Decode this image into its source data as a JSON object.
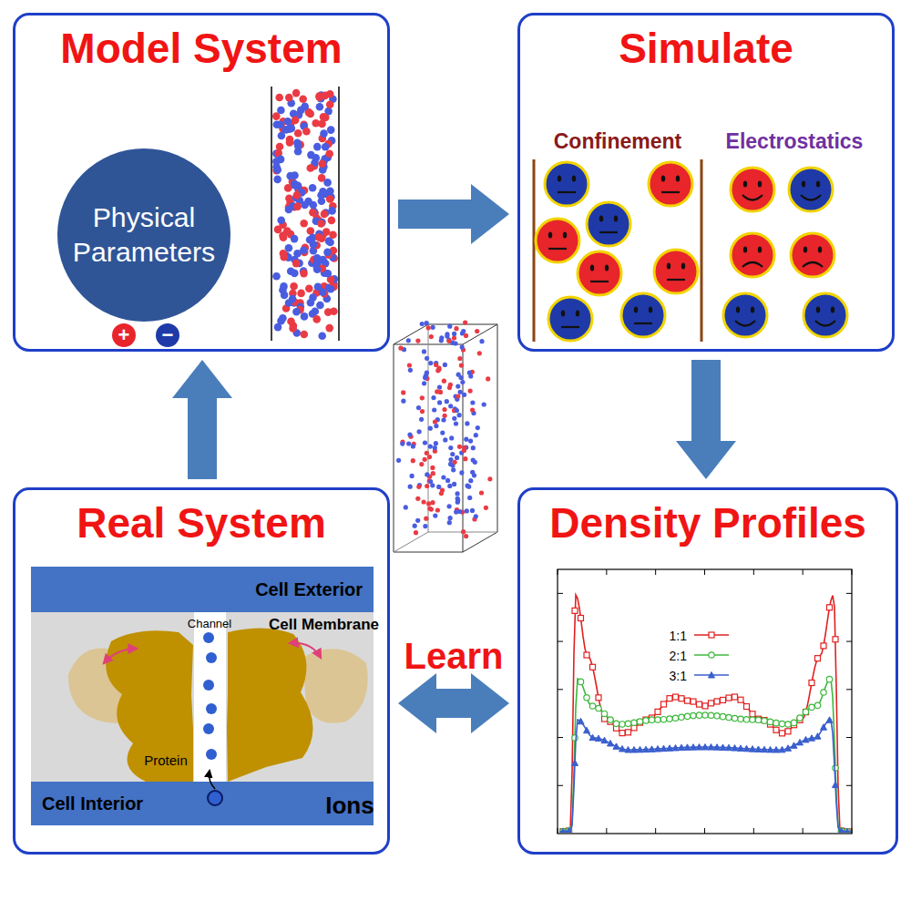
{
  "diagram": {
    "nodes": [
      {
        "text": [
          "Model System"
        ]
      },
      {
        "text": [
          "Physical Parameters"
        ],
        "in": 0
      },
      {
        "text": [
          "Simulate"
        ]
      },
      {
        "text": [
          "Real System"
        ]
      },
      {
        "text": [
          "Cell Exterior"
        ],
        "in": 3
      },
      {
        "text": [
          "Cell Interior"
        ],
        "in": 3
      },
      {
        "text": [
          "Density Profiles"
        ]
      }
    ],
    "edges": [
      {
        "from": 0,
        "to": 2,
        "arrow": "to"
      },
      {
        "from": 2,
        "to": 6,
        "arrow": "to"
      },
      {
        "from": 3,
        "to": 0,
        "arrow": "to"
      },
      {
        "from": 3,
        "to": 6,
        "arrow": "both",
        "label": "Learn"
      }
    ],
    "labels": [
      "+",
      "−",
      "Confinement",
      "Electrostatics",
      "Channel",
      "Cell Membrane",
      "Protein",
      "Ions"
    ],
    "legend": [
      {
        "text": "1:1"
      },
      {
        "text": "2:1"
      },
      {
        "text": "3:1"
      }
    ]
  }
}
